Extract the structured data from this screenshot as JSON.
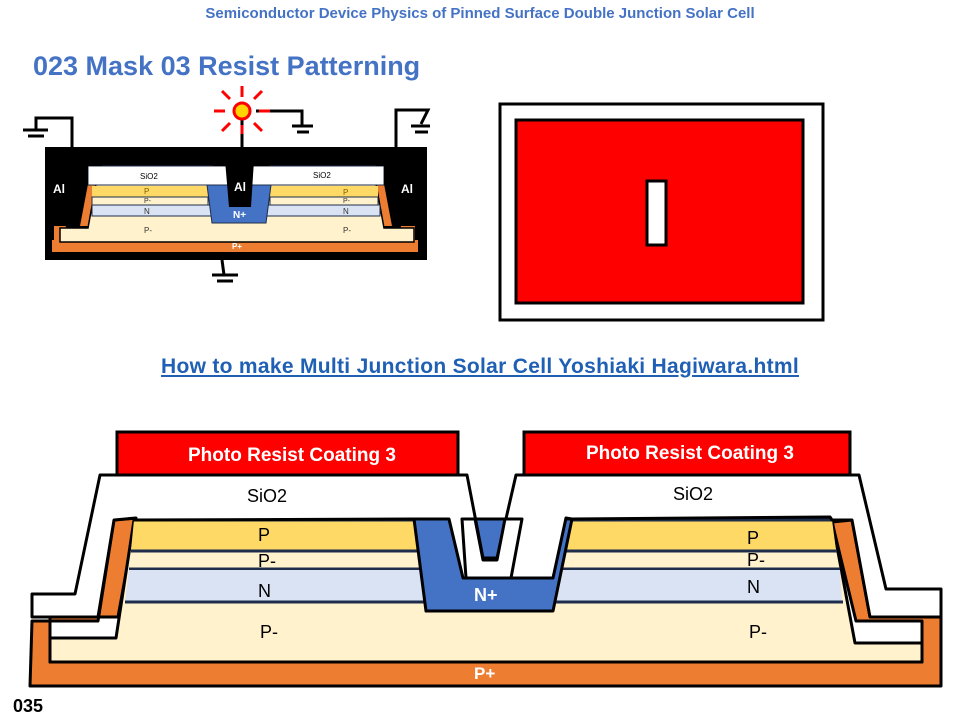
{
  "header": {
    "title": "Semiconductor Device Physics of Pinned Surface Double Junction Solar Cell"
  },
  "slide": {
    "title": "023  Mask 03 Resist Patterning",
    "page_number": "035"
  },
  "link": {
    "text": "How to make Multi Junction Solar Cell Yoshiaki Hagiwara.html"
  },
  "small_diagram": {
    "labels": {
      "al_left": "Al",
      "al_center": "Al",
      "al_right": "Al",
      "sio2_left": "SiO2",
      "sio2_right": "SiO2",
      "p_left": "P",
      "p_right": "P",
      "pminus_left": "P-",
      "pminus_right": "P-",
      "n_left": "N",
      "n_right": "N",
      "nplus": "N+",
      "pminus_bulk_left": "P-",
      "pminus_bulk_right": "P-",
      "pplus": "P+"
    },
    "icons": [
      "ground-icon",
      "light-source-icon"
    ]
  },
  "mask": {
    "description": "Mask 03 with rectangular opening"
  },
  "large_diagram": {
    "resist_left": "Photo Resist Coating 3",
    "resist_right": "Photo Resist Coating 3",
    "sio2_left": "SiO2",
    "sio2_right": "SiO2",
    "p_left": "P",
    "p_right": "P",
    "pminus_left": "P-",
    "pminus_right": "P-",
    "n_left": "N",
    "n_right": "N",
    "nplus": "N+",
    "pminus_bulk_left": "P-",
    "pminus_bulk_right": "P-",
    "pplus": "P+"
  },
  "colors": {
    "title_blue": "#4472c4",
    "link_blue": "#1f5fb4",
    "resist_red": "#ff0000",
    "p_yellow": "#ffd966",
    "pminus_cream": "#fff2cc",
    "n_lightblue": "#dae3f3",
    "nplus_blue": "#4472c4",
    "pplus_orange": "#ed7d31",
    "line_navy": "#1f2d4d"
  }
}
